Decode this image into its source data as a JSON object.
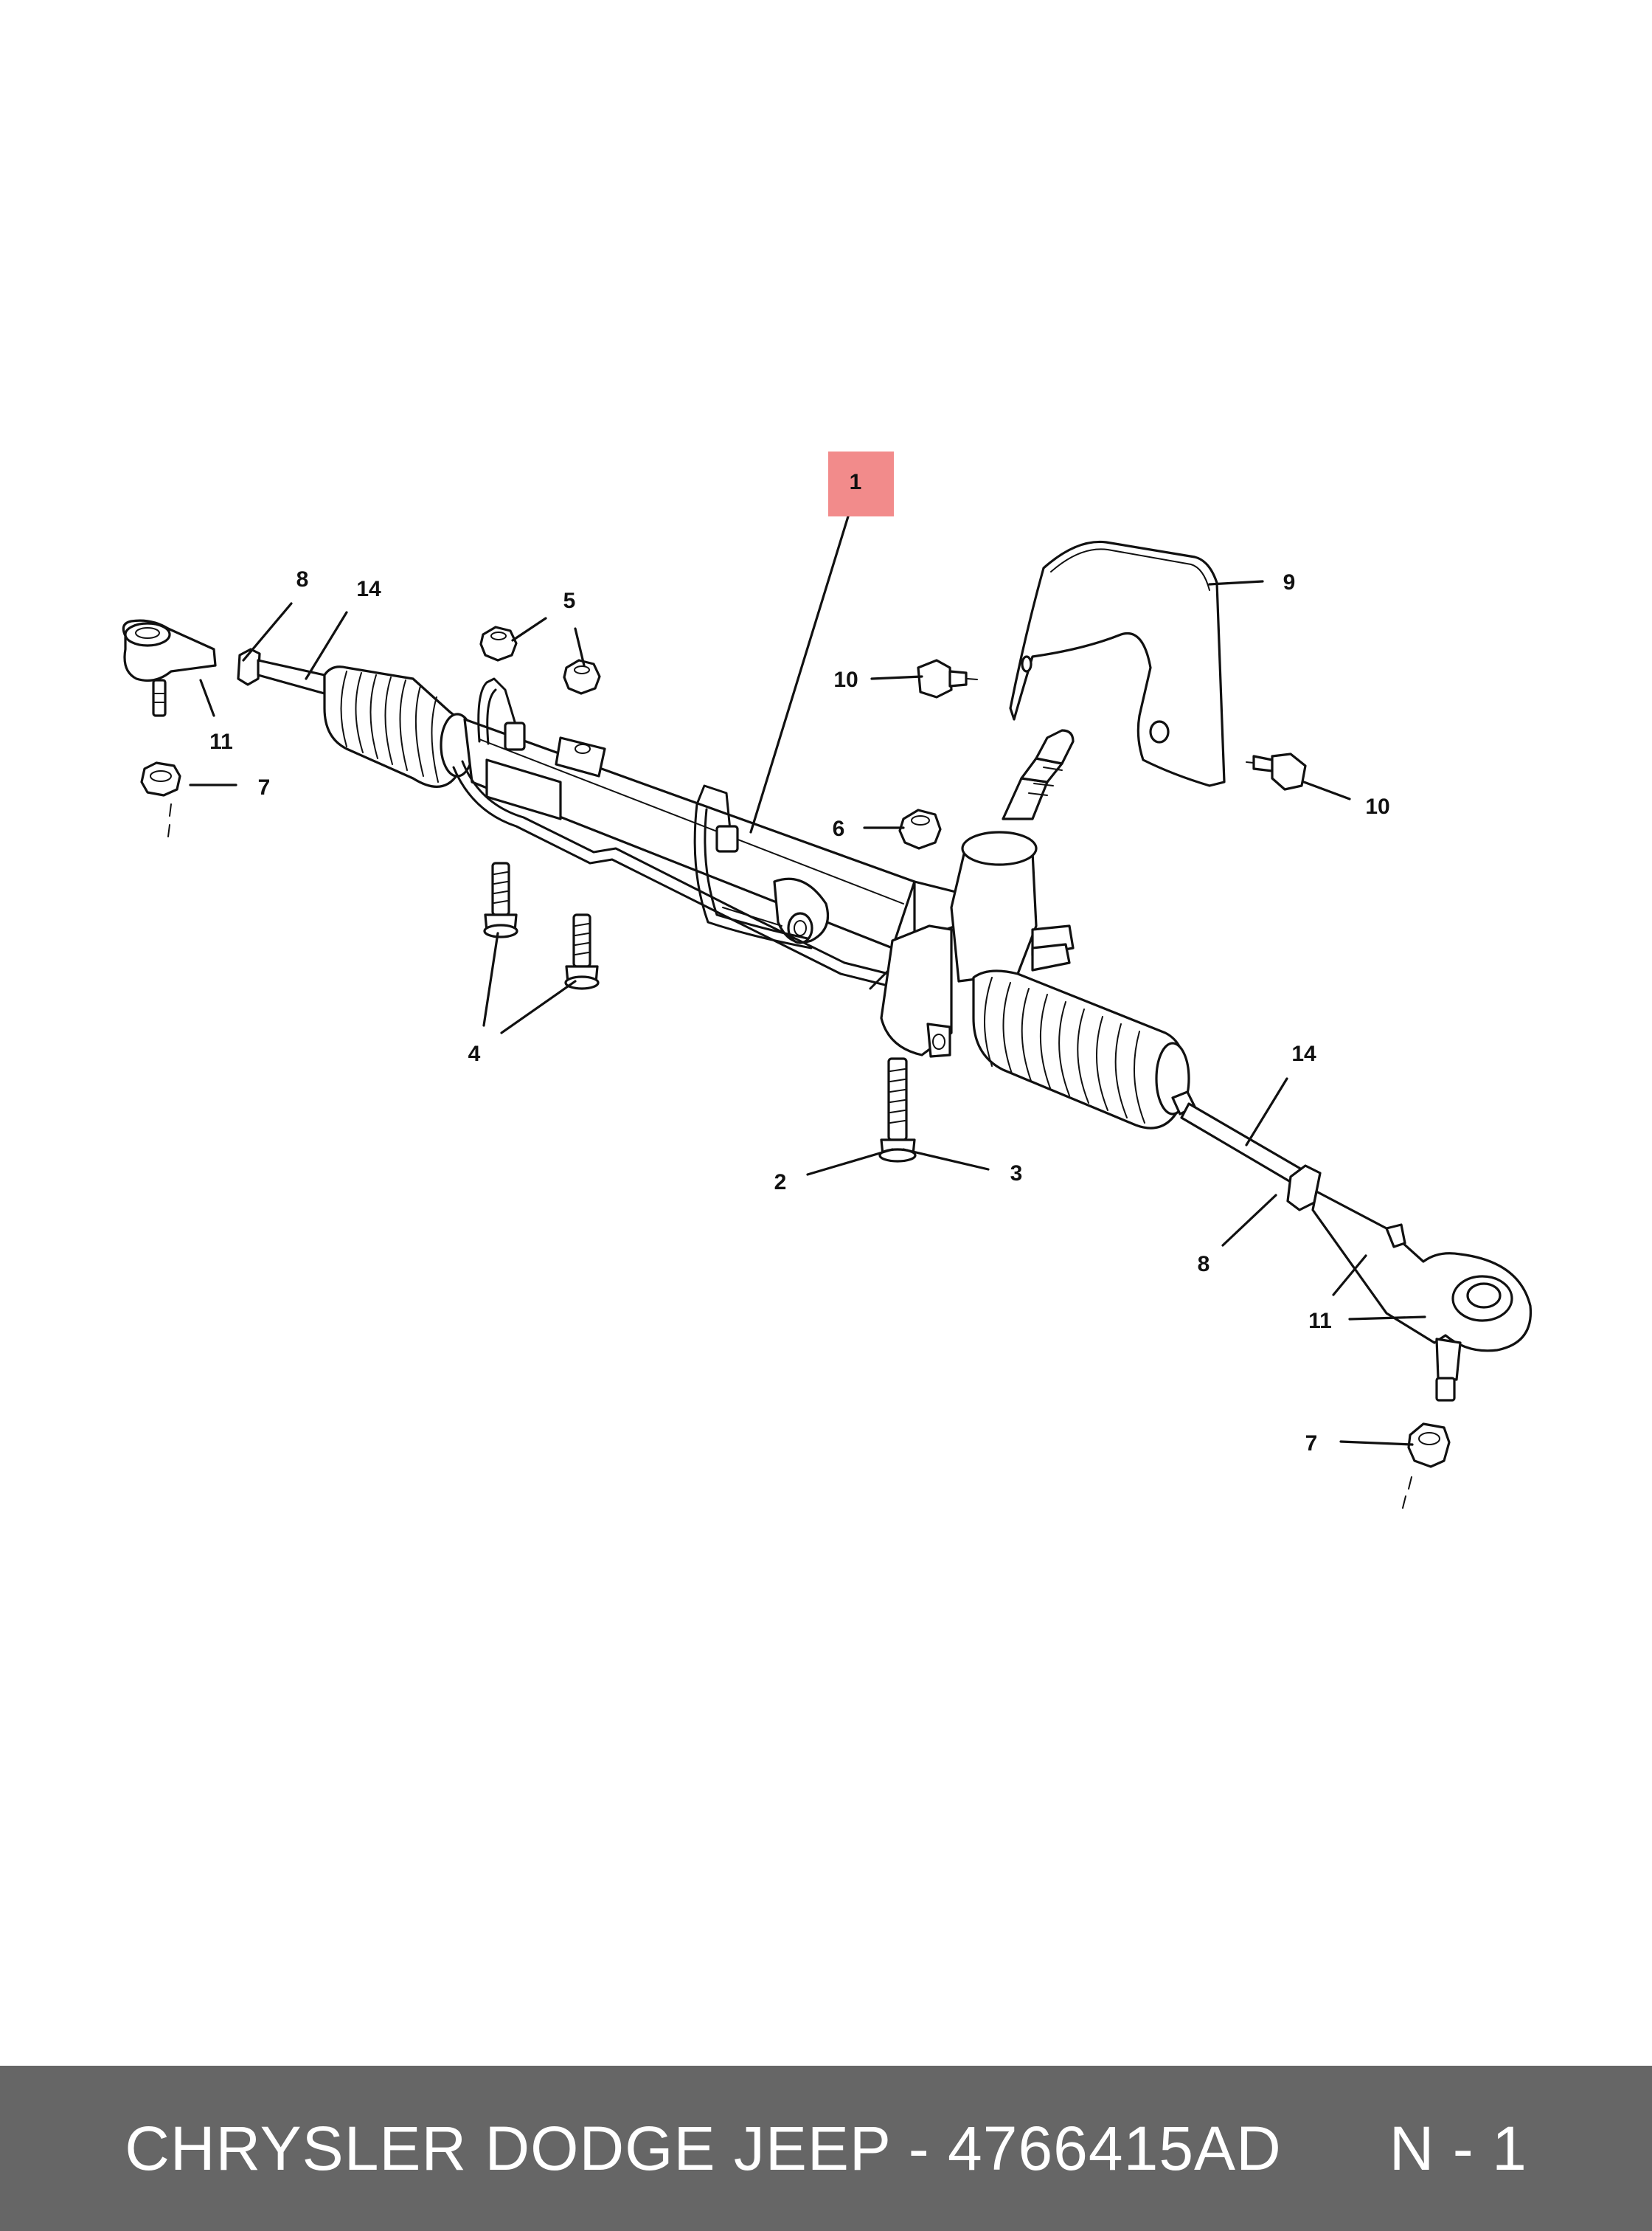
{
  "diagram": {
    "callouts": {
      "c1": "1",
      "c2": "2",
      "c3": "3",
      "c4": "4",
      "c5": "5",
      "c6": "6",
      "c7_left": "7",
      "c7_right": "7",
      "c8_left": "8",
      "c8_right": "8",
      "c9": "9",
      "c10_left": "10",
      "c10_right": "10",
      "c11_left": "11",
      "c11_right": "11",
      "c14_left": "14",
      "c14_right": "14"
    },
    "highlight_color": "#f28b8b"
  },
  "footer": {
    "text": "CHRYSLER DODGE JEEP - 4766415AD",
    "page": "N - 1",
    "background_color": "#666666"
  }
}
